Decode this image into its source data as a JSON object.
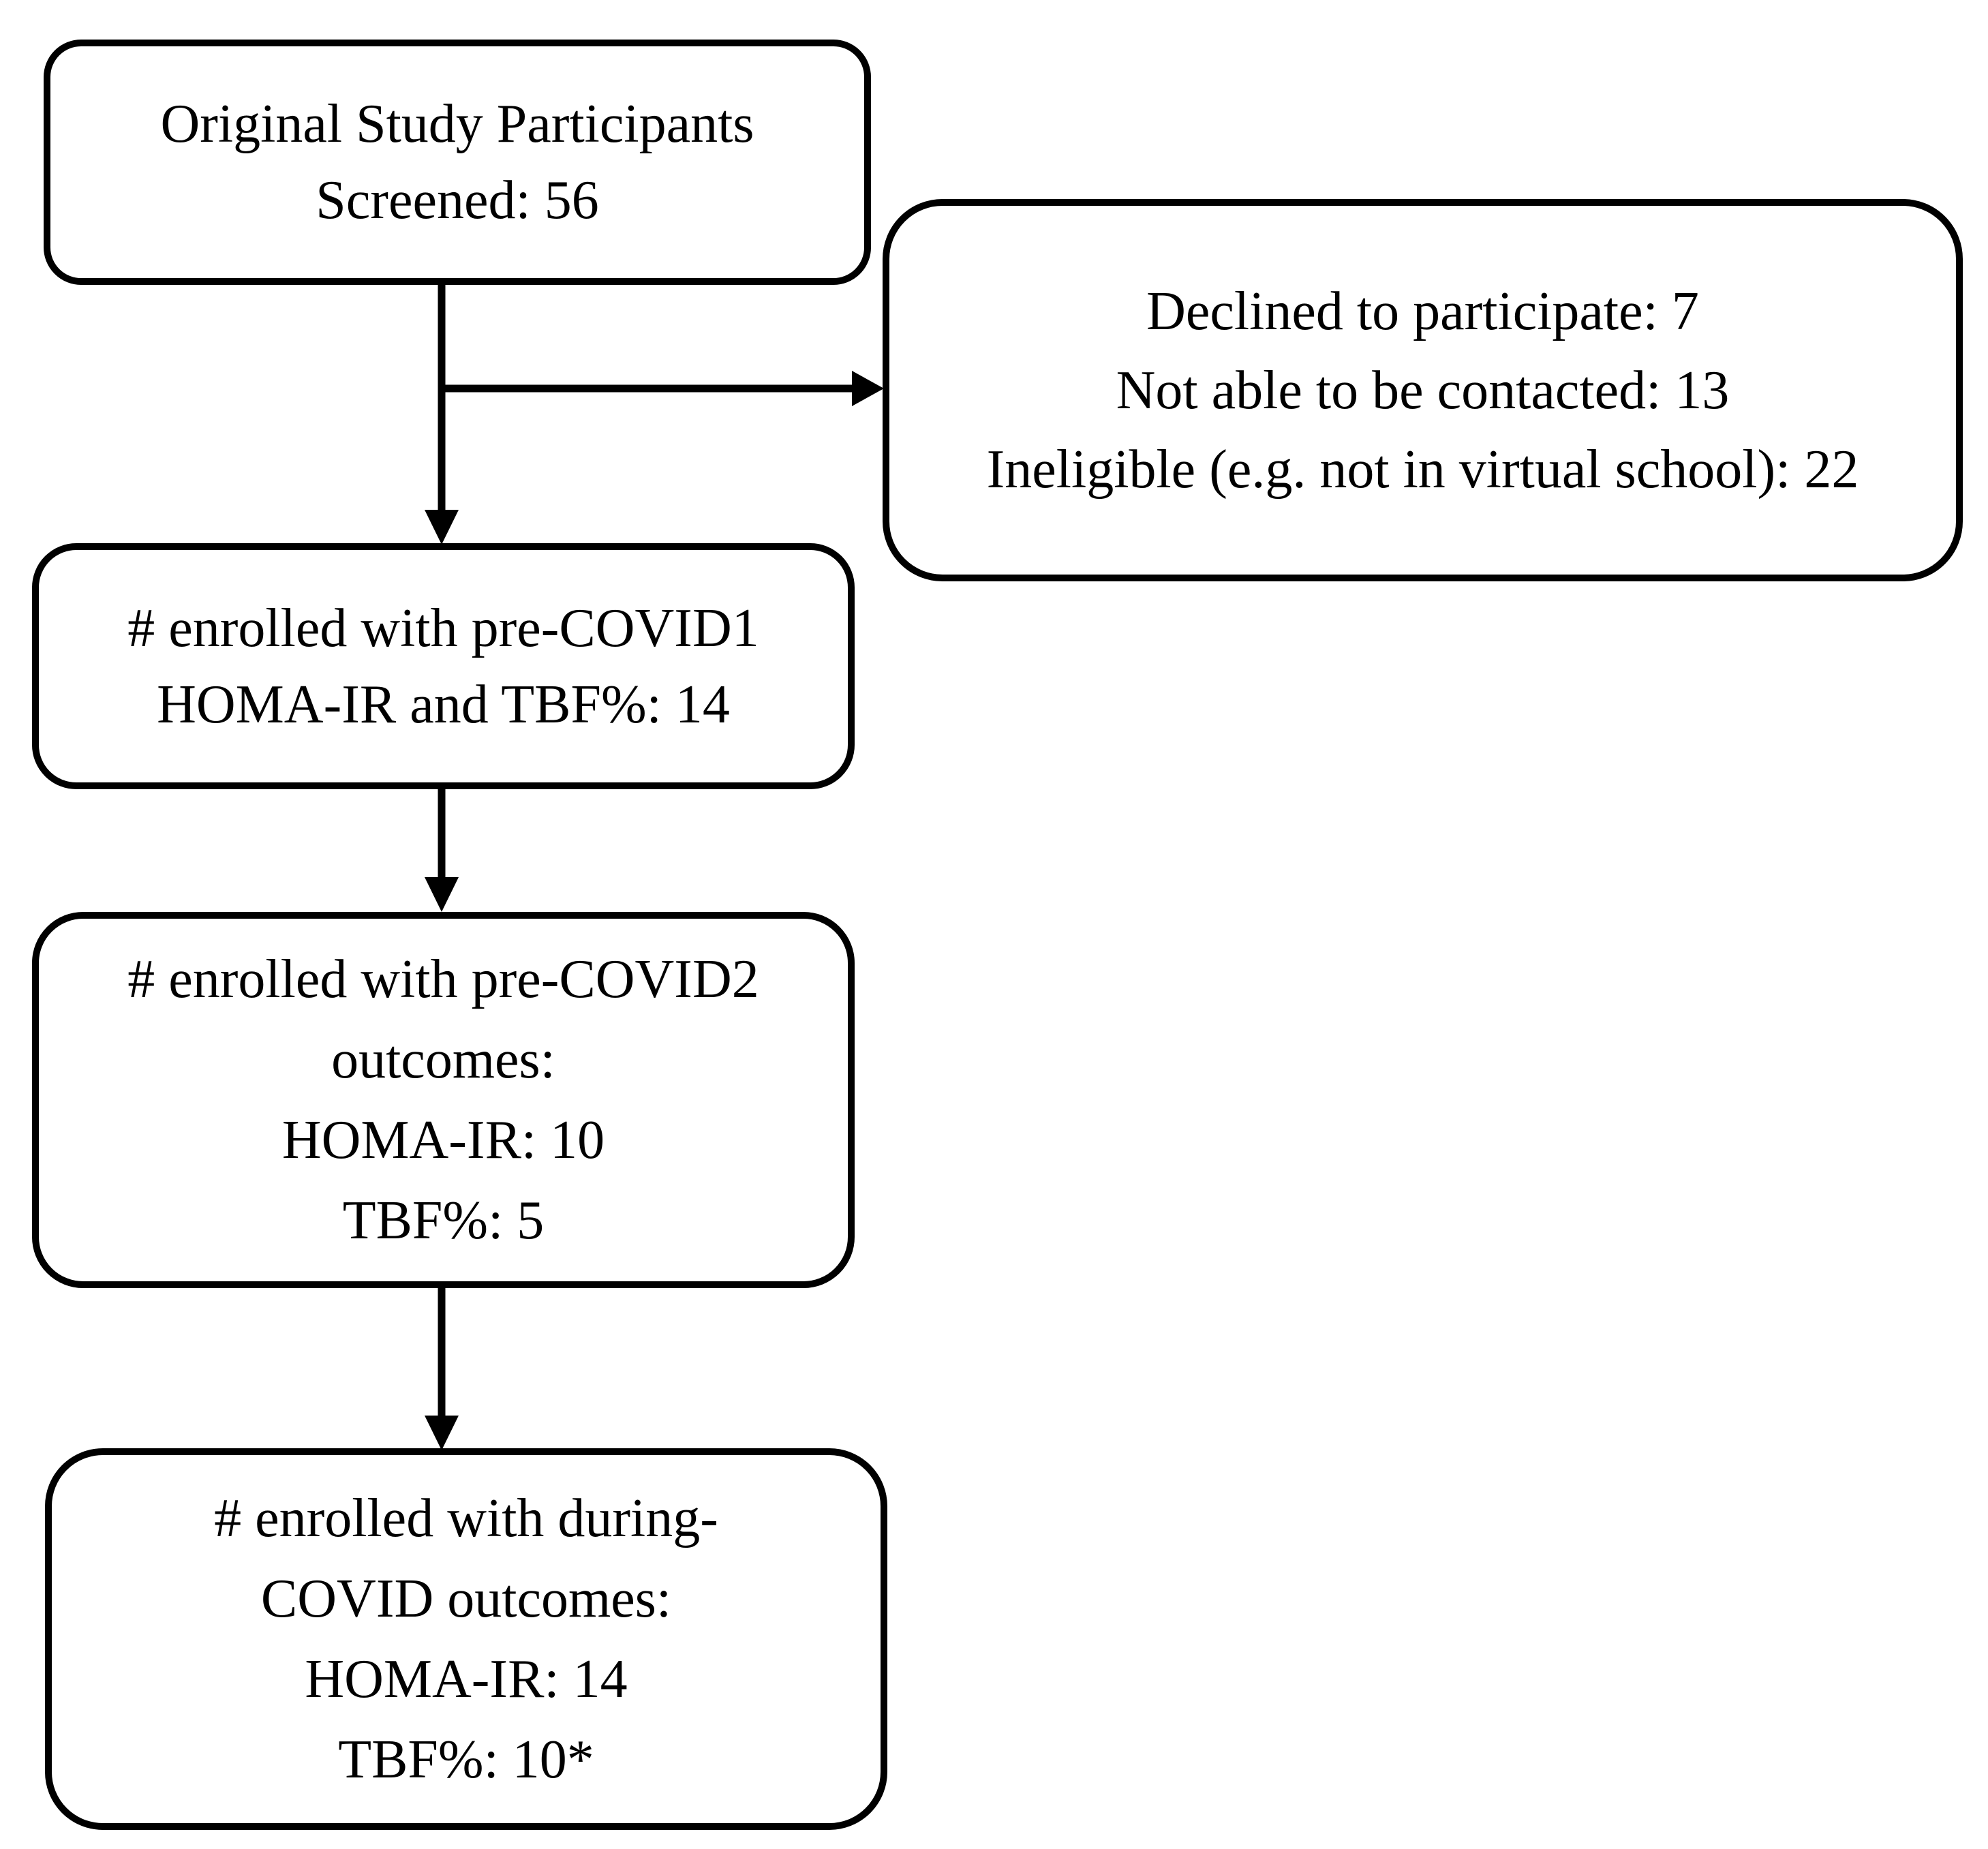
{
  "diagram": {
    "type": "flowchart",
    "colors": {
      "background": "#ffffff",
      "stroke": "#000000",
      "text": "#000000"
    },
    "boxes": {
      "screened": {
        "lines": [
          "Original Study Participants",
          "Screened: 56"
        ]
      },
      "excluded": {
        "lines": [
          "Declined to participate: 7",
          "Not able to be contacted: 13",
          "Ineligible (e.g. not in virtual school): 22"
        ]
      },
      "precovid1": {
        "lines": [
          "# enrolled with pre-COVID1",
          "HOMA-IR and TBF%: 14"
        ]
      },
      "precovid2": {
        "lines": [
          "# enrolled with pre-COVID2",
          "outcomes:",
          "HOMA-IR: 10",
          "TBF%: 5"
        ]
      },
      "duringcovid": {
        "lines": [
          "# enrolled with during-",
          "COVID outcomes:",
          "HOMA-IR: 14",
          "TBF%: 10*"
        ]
      }
    }
  }
}
